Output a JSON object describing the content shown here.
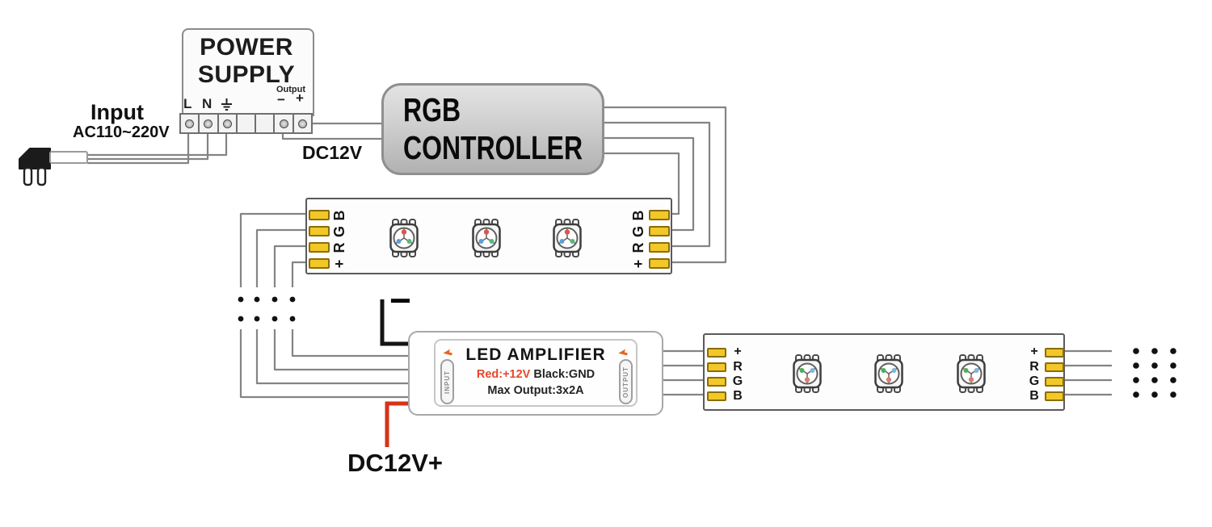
{
  "input_plug": {
    "label": "Input",
    "voltage": "AC110~220V"
  },
  "power_supply": {
    "title_line1": "POWER",
    "title_line2": "SUPPLY",
    "terminal_l": "L",
    "terminal_n": "N",
    "output_label": "Output",
    "output_minus": "−",
    "output_plus": "+"
  },
  "wiring": {
    "dc12v_label": "DC12V",
    "dc12v_plus_label": "DC12V+",
    "gnd_minus": "−"
  },
  "controller": {
    "label": "RGB CONTROLLER"
  },
  "strip_top": {
    "pad_labels": [
      "B",
      "G",
      "R",
      "+"
    ]
  },
  "strip_bottom": {
    "pad_labels": [
      "+",
      "R",
      "G",
      "B"
    ]
  },
  "amplifier": {
    "title": "LED AMPLIFIER",
    "spec_red": "Red:+12V",
    "spec_black": "Black:GND",
    "spec_max": "Max Output:3x2A",
    "left_port": "INPUT",
    "right_port": "OUTPUT"
  },
  "colors": {
    "wire_gray": "#848484",
    "wire_red": "#d63318",
    "wire_black": "#141414",
    "pad_yellow": "#f2c728",
    "led_red": "#d9584a",
    "led_green": "#57b97e",
    "led_blue": "#5e9fd4",
    "spec_red_text": "#e8472b"
  }
}
